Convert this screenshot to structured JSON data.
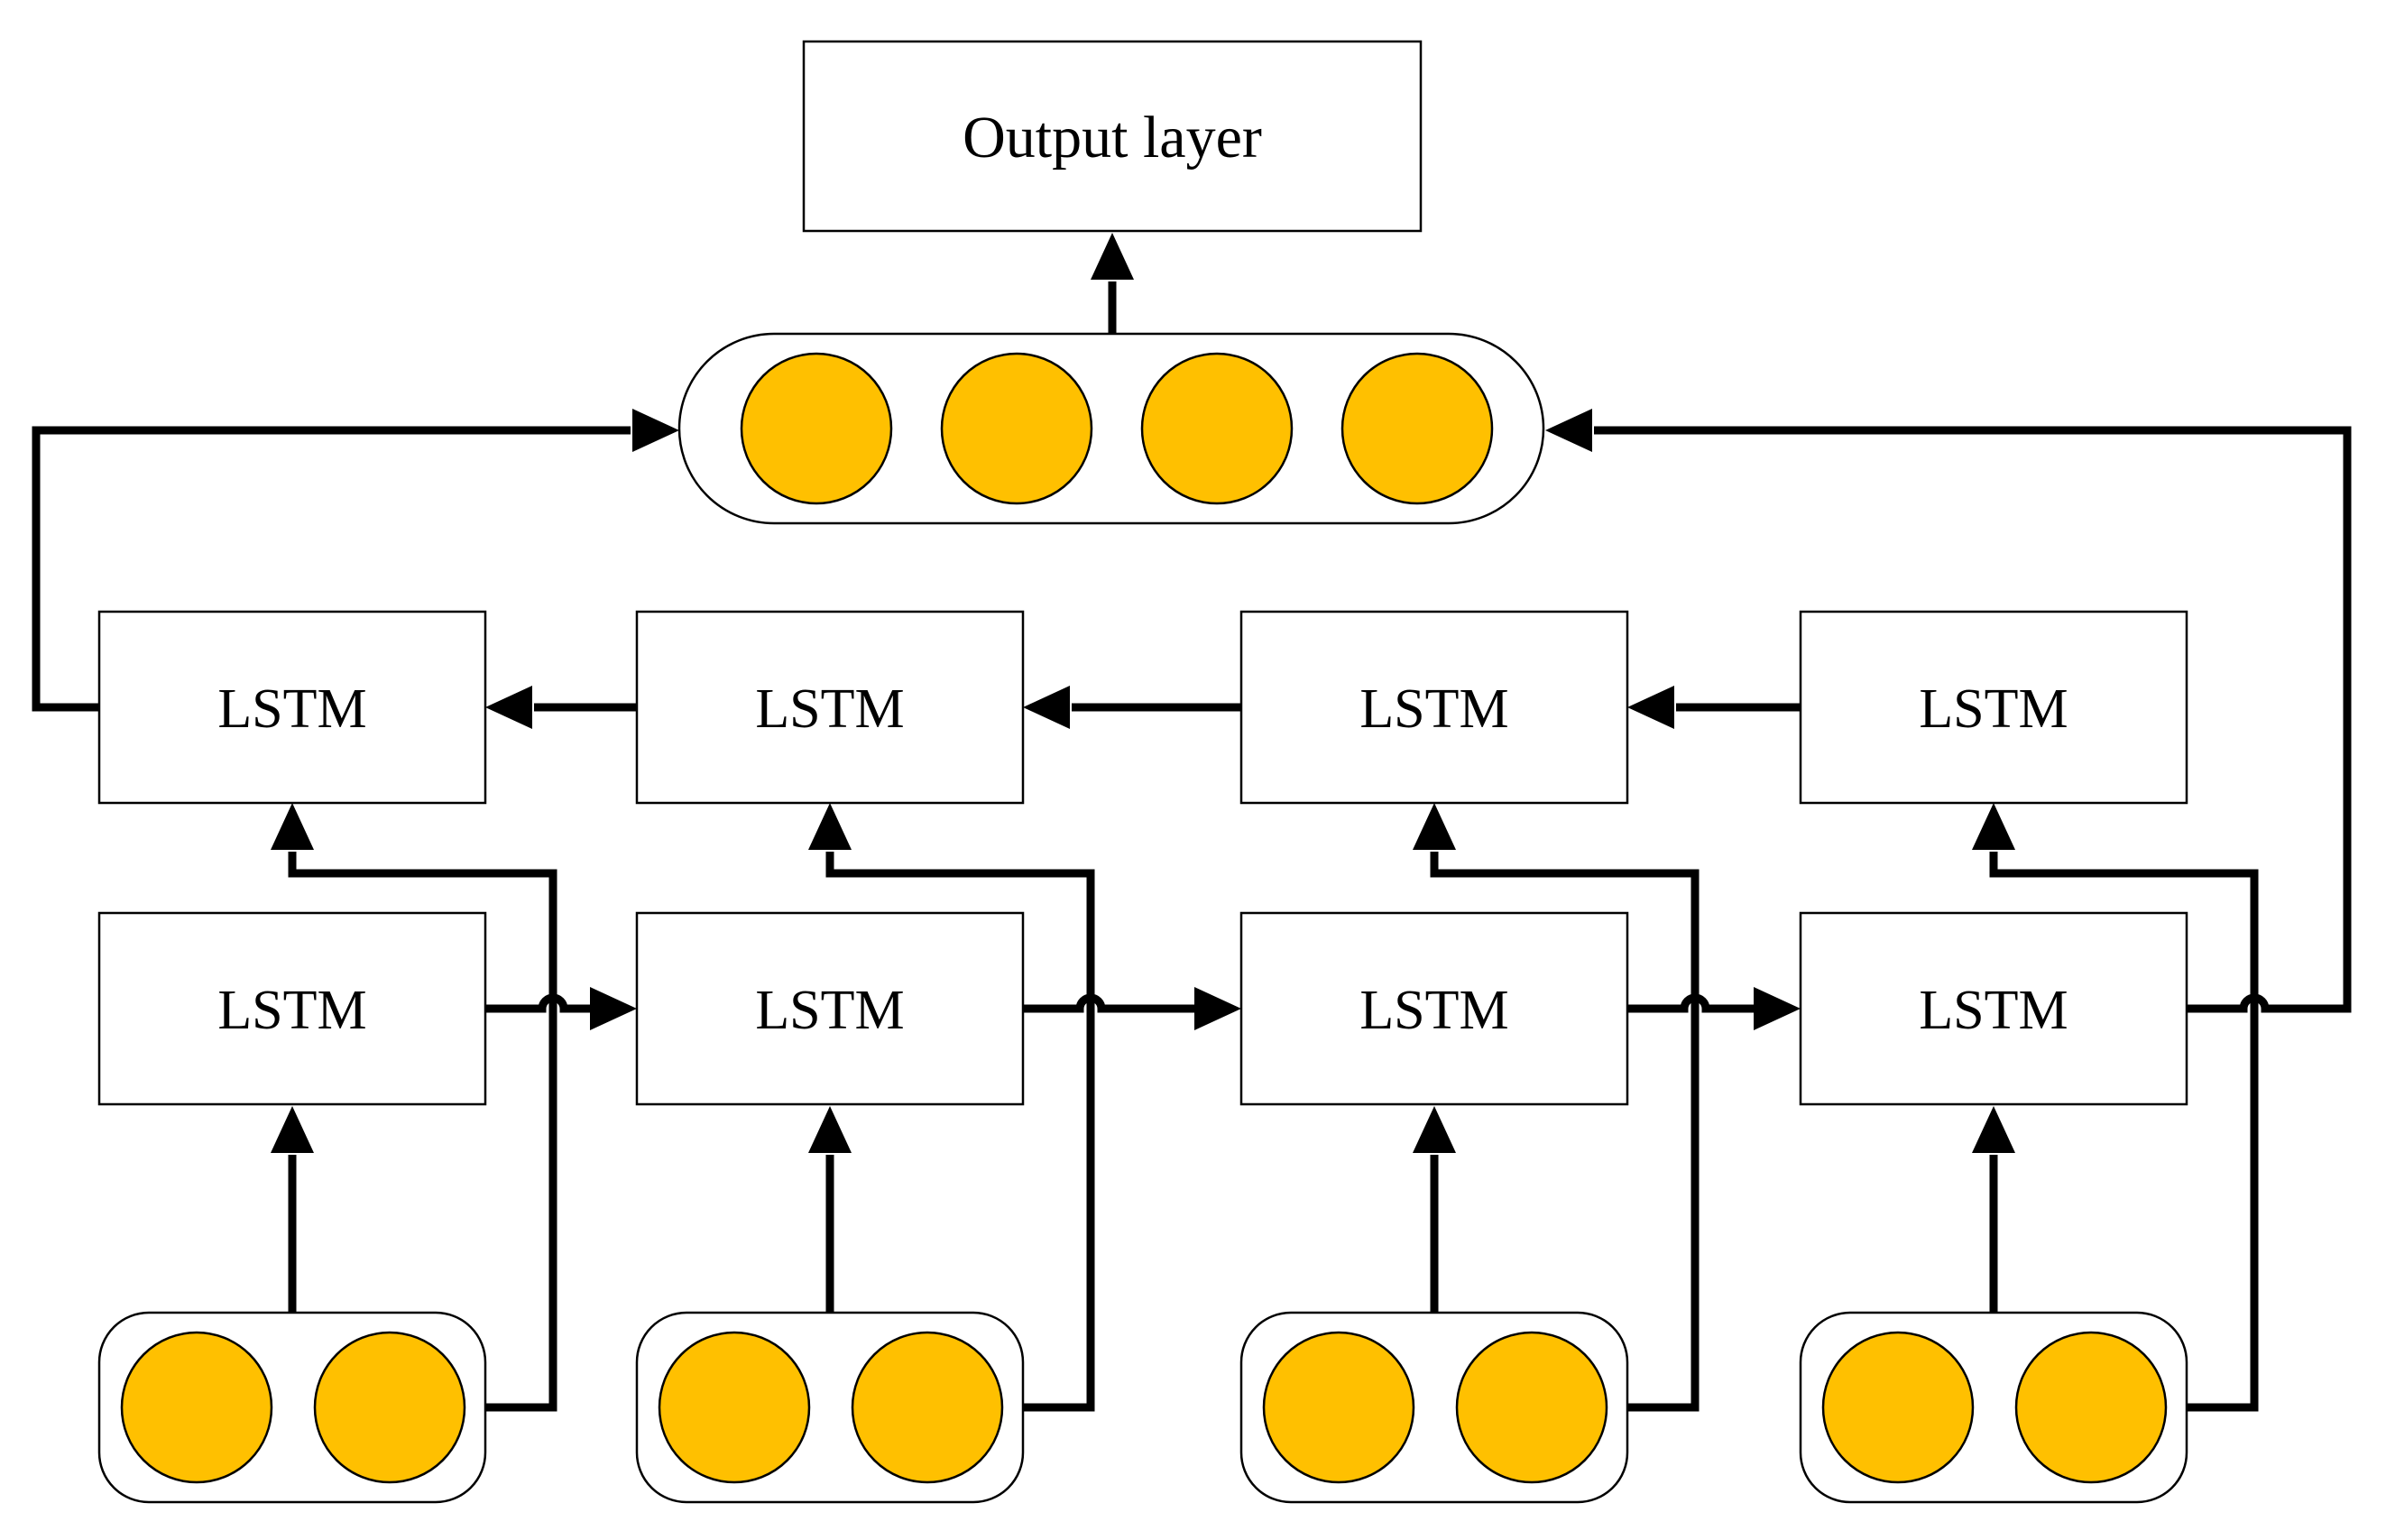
{
  "diagram": {
    "kind": "bidirectional-lstm-architecture",
    "output": {
      "label": "Output layer"
    },
    "merged_hidden_state": {
      "unit_count": 4
    },
    "backward_layer": {
      "direction": "right-to-left",
      "units": [
        {
          "label": "LSTM"
        },
        {
          "label": "LSTM"
        },
        {
          "label": "LSTM"
        },
        {
          "label": "LSTM"
        }
      ]
    },
    "forward_layer": {
      "direction": "left-to-right",
      "units": [
        {
          "label": "LSTM"
        },
        {
          "label": "LSTM"
        },
        {
          "label": "LSTM"
        },
        {
          "label": "LSTM"
        }
      ]
    },
    "input_layer": {
      "group_count": 4,
      "units_per_group": 2
    }
  },
  "colors": {
    "unit_fill": "#FFC000",
    "unit_stroke": "#000000",
    "connector": "#000000",
    "box_border": "#000000",
    "text": "#000000",
    "background": "#FFFFFF"
  }
}
